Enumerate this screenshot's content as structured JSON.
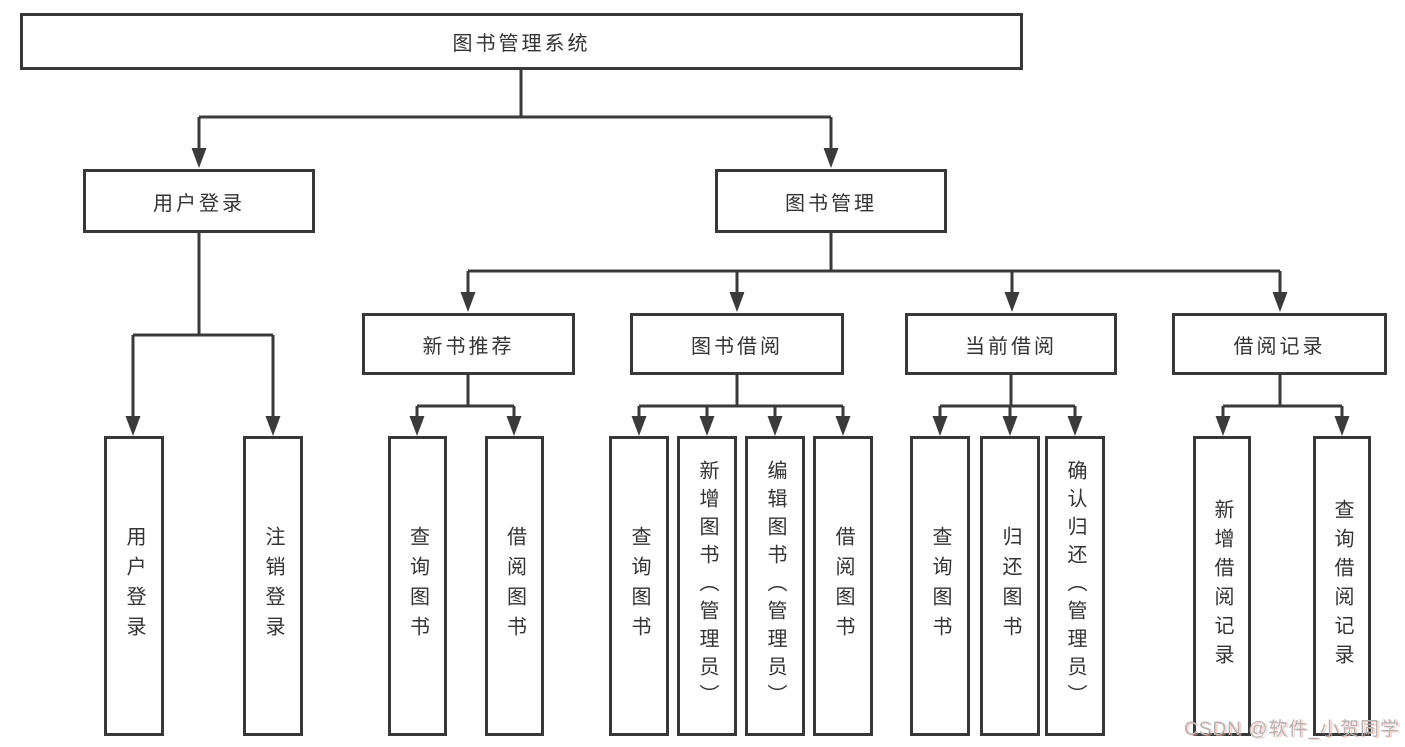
{
  "diagram": {
    "root": "图书管理系统",
    "branches": [
      "用户登录",
      "图书管理"
    ],
    "modules": [
      "新书推荐",
      "图书借阅",
      "当前借阅",
      "借阅记录"
    ],
    "leaves": {
      "user_login": [
        "用户登录",
        "注销登录"
      ],
      "new_book": [
        "查询图书",
        "借阅图书"
      ],
      "book_borrow": [
        "查询图书",
        "新增图书（管理员）",
        "编辑图书（管理员）",
        "借阅图书"
      ],
      "current_borrow": [
        "查询图书",
        "归还图书",
        "确认归还（管理员）"
      ],
      "borrow_record": [
        "新增借阅记录",
        "查询借阅记录"
      ]
    }
  },
  "watermark": "CSDN @软件_小贺同学",
  "colors": {
    "line": "#3a3a3a",
    "text": "#333333",
    "watermark": "#b4b4b4",
    "background": "#ffffff"
  }
}
